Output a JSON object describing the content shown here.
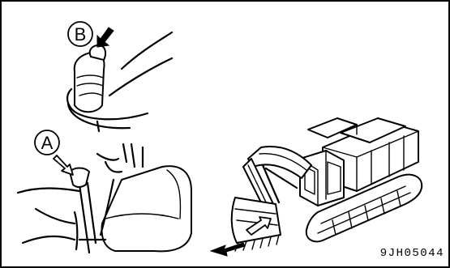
{
  "figure": {
    "label_a": "A",
    "label_b": "B",
    "code": "9JH05044"
  }
}
